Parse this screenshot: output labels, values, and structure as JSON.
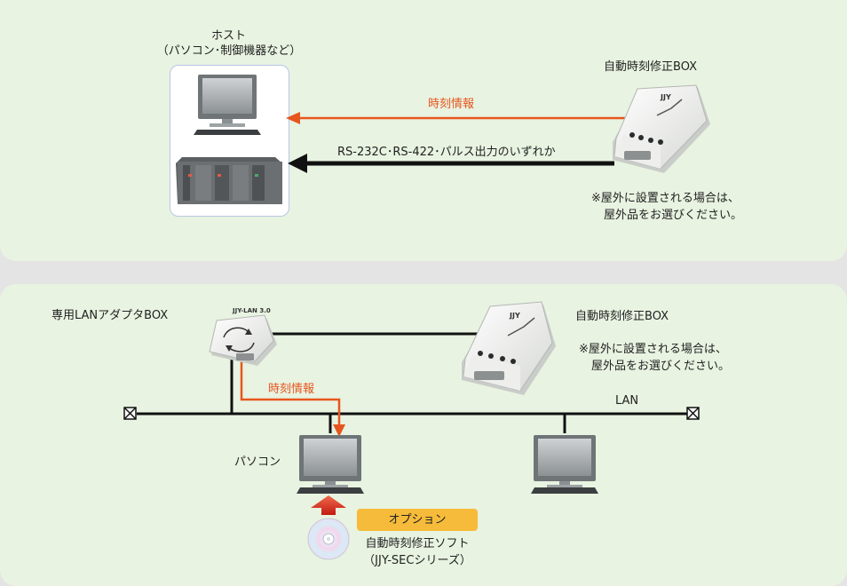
{
  "top": {
    "host_title": "ホスト",
    "host_subtitle": "（パソコン･制御機器など）",
    "box_label": "自動時刻修正BOX",
    "time_info": "時刻情報",
    "output_label": "RS-232C･RS-422･パルス出力のいずれか",
    "note_line1": "※屋外に設置される場合は、",
    "note_line2": "屋外品をお選びください。"
  },
  "bottom": {
    "lan_adapter_label": "専用LANアダプタBOX",
    "box_label": "自動時刻修正BOX",
    "note_line1": "※屋外に設置される場合は、",
    "note_line2": "屋外品をお選びください。",
    "time_info": "時刻情報",
    "lan_label": "LAN",
    "pc_label": "パソコン",
    "option_badge": "オプション",
    "software_line1": "自動時刻修正ソフト",
    "software_line2": "（JJY-SECシリーズ）"
  },
  "colors": {
    "panel_bg": "#e8f3e1",
    "page_bg": "#e4e4e4",
    "time_info_arrow": "#e8561f",
    "data_arrow": "#111111",
    "option_badge": "#f6bb3a",
    "host_frame": "#b8c6e4"
  }
}
